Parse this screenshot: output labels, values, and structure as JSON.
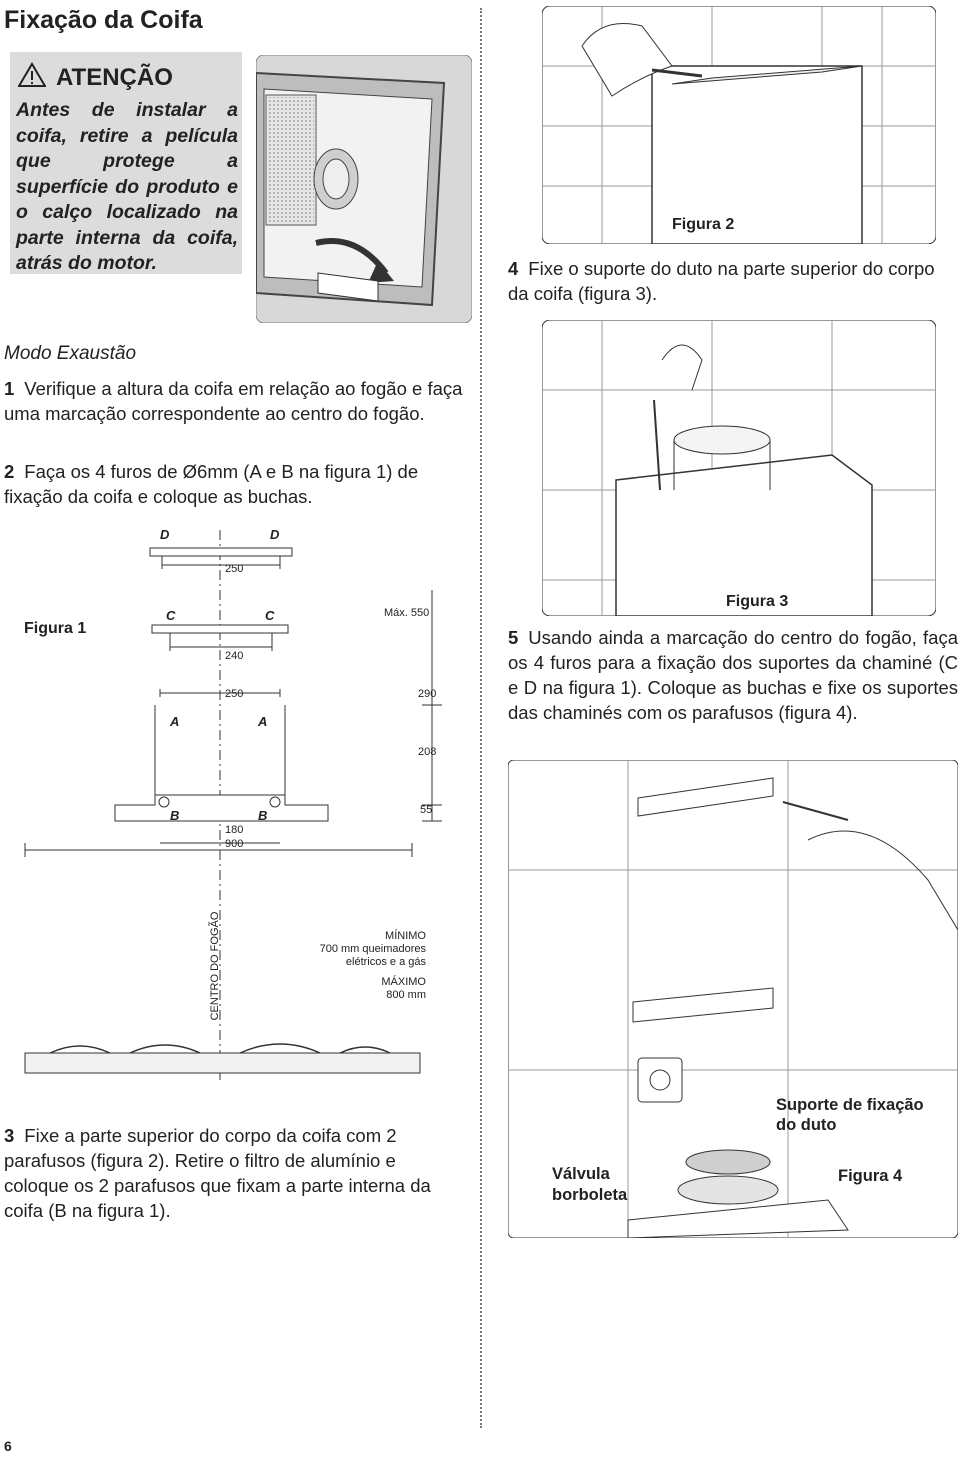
{
  "page": {
    "title": "Fixação da Coifa",
    "page_number": "6"
  },
  "warning": {
    "heading": "ATENÇÃO",
    "text": "Antes de instalar a coifa, retire a película que protege a superfície do produto e o calço localizado na parte interna da coifa, atrás do motor."
  },
  "section": {
    "subtitle": "Modo Exaustão"
  },
  "steps": [
    {
      "num": "1",
      "text": "Verifique a altura da coifa em relação ao fogão e faça uma marcação correspondente ao centro do fogão."
    },
    {
      "num": "2",
      "text": "Faça os 4 furos de Ø6mm (A e B na figura 1) de fixação da coifa e coloque as buchas."
    },
    {
      "num": "3",
      "text": "Fixe a parte superior do corpo da coifa com 2 parafusos (figura 2). Retire o filtro de alumínio e coloque os 2 parafusos que fixam a parte interna da coifa (B na figura 1)."
    },
    {
      "num": "4",
      "text": "Fixe o suporte do duto na parte superior do corpo da coifa (figura 3)."
    },
    {
      "num": "5",
      "text": "Usando ainda a marcação do centro do fogão, faça os 4 furos para a fixação dos suportes da chaminé (C e D na figura 1). Coloque as buchas e fixe os suportes das chaminés com os parafusos (figura 4)."
    }
  ],
  "figure1": {
    "label": "Figura 1",
    "letters": {
      "d": "D",
      "c": "C",
      "a": "A",
      "b": "B"
    },
    "dims": {
      "d250": "250",
      "c240": "240",
      "a250": "250",
      "b180": "180",
      "w900": "900",
      "max550": "Máx. 550",
      "h290": "290",
      "h208": "208",
      "h55": "55"
    },
    "center": "CENTRO DO FOGÃO",
    "min_title": "MÍNIMO",
    "min_line1": "700 mm queimadores",
    "min_line2": "elétricos e a gás",
    "max_title": "MÁXIMO",
    "max_value": "800 mm"
  },
  "figure2": {
    "label": "Figura 2"
  },
  "figure3": {
    "label": "Figura 3"
  },
  "figure4": {
    "label": "Figura 4",
    "support_line1": "Suporte de fixação",
    "support_line2": "do duto",
    "valve_line1": "Válvula",
    "valve_line2": "borboleta"
  },
  "colors": {
    "panel": "#dcdcdc",
    "text": "#222222",
    "line": "#333333"
  }
}
